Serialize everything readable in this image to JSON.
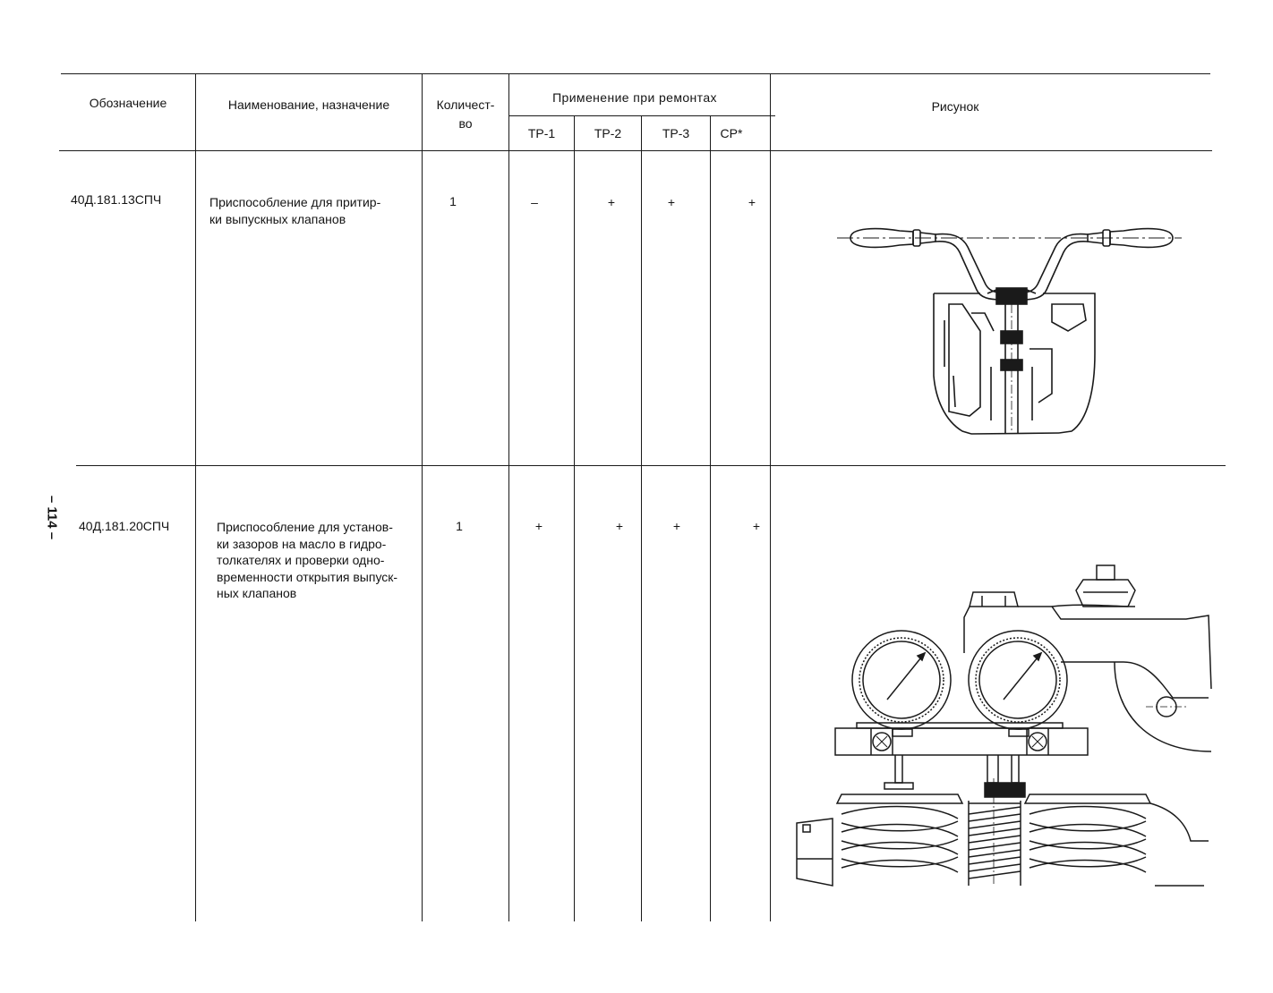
{
  "page_number": "– 114 –",
  "table": {
    "headers": {
      "designation": "Обозначение",
      "name_purpose": "Наименование, назначение",
      "quantity_line1": "Количест-",
      "quantity_line2": "во",
      "application_group": "Применение при ремонтах",
      "tr1": "ТР-1",
      "tr2": "ТР-2",
      "tr3": "ТР-3",
      "sr": "СР*",
      "figure": "Рисунок"
    },
    "rows": [
      {
        "designation": "40Д.181.13СПЧ",
        "description_lines": [
          "Приспособление для притир-",
          "ки выпускных клапанов"
        ],
        "quantity": "1",
        "tr1": "–",
        "tr2": "+",
        "tr3": "+",
        "sr": "+"
      },
      {
        "designation": "40Д.181.20СПЧ",
        "description_lines": [
          "Приспособление для установ-",
          "ки зазоров на масло в гидро-",
          "толкателях и проверки одно-",
          "временности открытия выпуск-",
          "ных клапанов"
        ],
        "quantity": "1",
        "tr1": "+",
        "tr2": "+",
        "tr3": "+",
        "sr": "+"
      }
    ]
  },
  "figures": {
    "figure1": "valve-lapping-tool-drawing",
    "figure2": "valve-clearance-gauge-fixture-drawing"
  }
}
